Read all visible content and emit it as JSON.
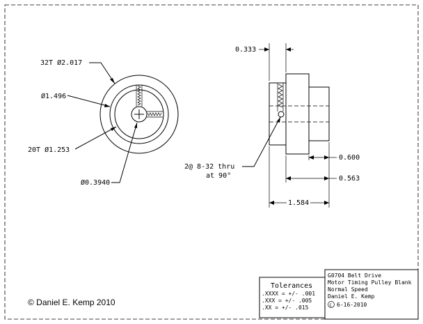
{
  "front_view": {
    "outer_label": "32T  Ø2.017",
    "flange_label": "Ø1.496",
    "hub_label": "20T  Ø1.253",
    "bore_label": "Ø0.3940"
  },
  "side_view": {
    "dim_top": "0.333",
    "dim_600": "0.600",
    "dim_563": "0.563",
    "dim_1584": "1.584",
    "hole_note_line1": "2@ 8-32 thru",
    "hole_note_line2": "at 90°"
  },
  "tolerances": {
    "title": "Tolerances",
    "rows": [
      ".XXXX = +/- .001",
      ".XXX  = +/- .005",
      ".XX   = +/- .015"
    ]
  },
  "title_block": {
    "line1": "G0704 Belt Drive",
    "line2": "Motor Timing Pulley Blank",
    "line3": "Normal Speed",
    "line4": "Daniel E. Kemp",
    "date": "6-16-2010"
  },
  "copyright": "© Daniel E. Kemp 2010"
}
